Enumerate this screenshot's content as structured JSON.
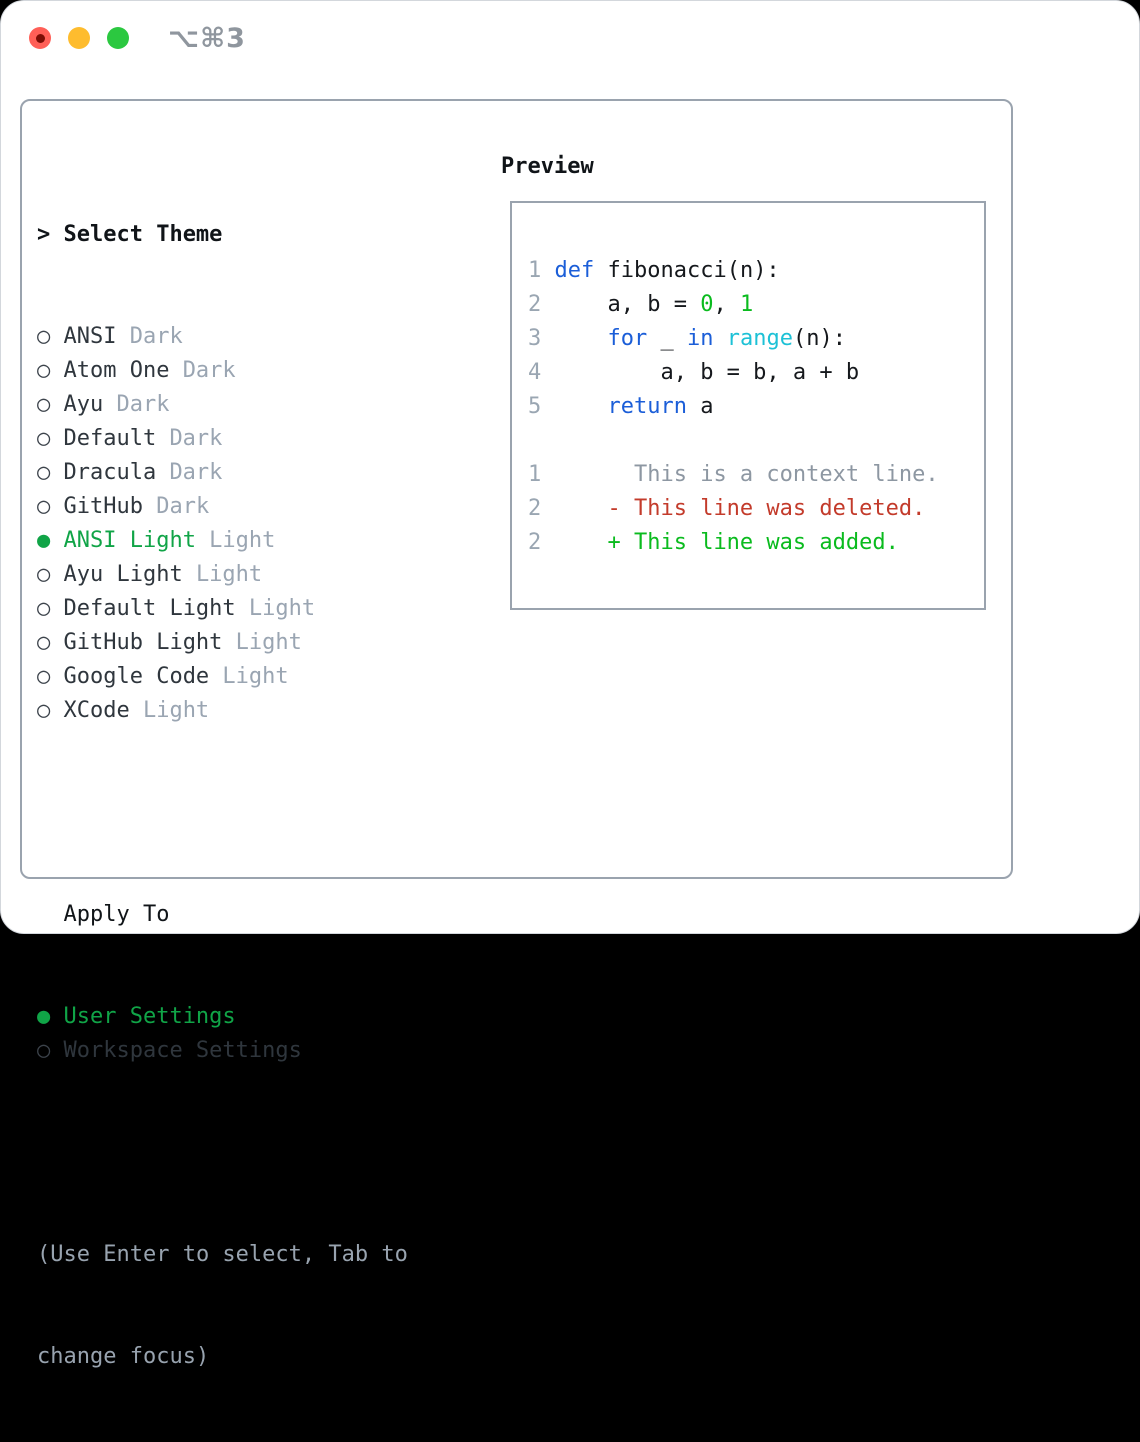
{
  "titlebar": {
    "shortcut": "⌥⌘3"
  },
  "icons": {
    "radio": "○",
    "radio_selected": "●",
    "cursor": ">"
  },
  "theme_list": {
    "header_marker": ">",
    "header": "Select Theme",
    "items": [
      {
        "name": "ANSI",
        "tag": "Dark",
        "selected": false
      },
      {
        "name": "Atom One",
        "tag": "Dark",
        "selected": false
      },
      {
        "name": "Ayu",
        "tag": "Dark",
        "selected": false
      },
      {
        "name": "Default",
        "tag": "Dark",
        "selected": false
      },
      {
        "name": "Dracula",
        "tag": "Dark",
        "selected": false
      },
      {
        "name": "GitHub",
        "tag": "Dark",
        "selected": false
      },
      {
        "name": "ANSI Light",
        "tag": "Light",
        "selected": true
      },
      {
        "name": "Ayu Light",
        "tag": "Light",
        "selected": false
      },
      {
        "name": "Default Light",
        "tag": "Light",
        "selected": false
      },
      {
        "name": "GitHub Light",
        "tag": "Light",
        "selected": false
      },
      {
        "name": "Google Code",
        "tag": "Light",
        "selected": false
      },
      {
        "name": "XCode",
        "tag": "Light",
        "selected": false
      }
    ]
  },
  "apply_to": {
    "header": "Apply To",
    "options": [
      {
        "name": "User Settings",
        "selected": true
      },
      {
        "name": "Workspace Settings",
        "selected": false
      }
    ]
  },
  "help": {
    "line1": "(Use Enter to select, Tab to",
    "line2": "change focus)"
  },
  "preview": {
    "label": "Preview",
    "lines": [
      {
        "n": "1",
        "tokens": [
          [
            "kw",
            "def"
          ],
          [
            "pl",
            " fibonacci(n):"
          ]
        ]
      },
      {
        "n": "2",
        "tokens": [
          [
            "pl",
            "    a, b = "
          ],
          [
            "num",
            "0"
          ],
          [
            "pl",
            ", "
          ],
          [
            "num",
            "1"
          ]
        ]
      },
      {
        "n": "3",
        "tokens": [
          [
            "pl",
            "    "
          ],
          [
            "kw",
            "for"
          ],
          [
            "pl",
            " _ "
          ],
          [
            "kw",
            "in"
          ],
          [
            "pl",
            " "
          ],
          [
            "fn",
            "range"
          ],
          [
            "pl",
            "(n):"
          ]
        ]
      },
      {
        "n": "4",
        "tokens": [
          [
            "pl",
            "        a, b = b, a + b"
          ]
        ]
      },
      {
        "n": "5",
        "tokens": [
          [
            "pl",
            "    "
          ],
          [
            "kw",
            "return"
          ],
          [
            "pl",
            " a"
          ]
        ]
      },
      {
        "n": "",
        "tokens": []
      },
      {
        "n": "1",
        "tokens": [
          [
            "ctx",
            "      This is a context line."
          ]
        ]
      },
      {
        "n": "2",
        "tokens": [
          [
            "del",
            "    - This line was deleted."
          ]
        ]
      },
      {
        "n": "2",
        "tokens": [
          [
            "add",
            "    + This line was added."
          ]
        ]
      }
    ]
  },
  "colors": {
    "ui_green": "#10a447",
    "code_green": "#0abb1e",
    "code_red": "#c33b2b",
    "code_blue": "#1b5ed8",
    "code_cyan": "#1dc1d6",
    "code_text": "#15181c",
    "text_black": "#101418",
    "item_text": "#2f363d",
    "marker_gray": "#3c434b",
    "tag_gray": "#9aa5b2",
    "help_gray": "#98a3af",
    "gutter_gray": "#9aa6b2",
    "context_gray": "#8d97a2",
    "panel_border": "#9aa3ae",
    "traffic_red": "#ff5f57",
    "traffic_red_dot": "#7c0d05",
    "traffic_yellow": "#febc2e",
    "traffic_green": "#2bc840",
    "shortcut_gray": "#8f969e"
  }
}
